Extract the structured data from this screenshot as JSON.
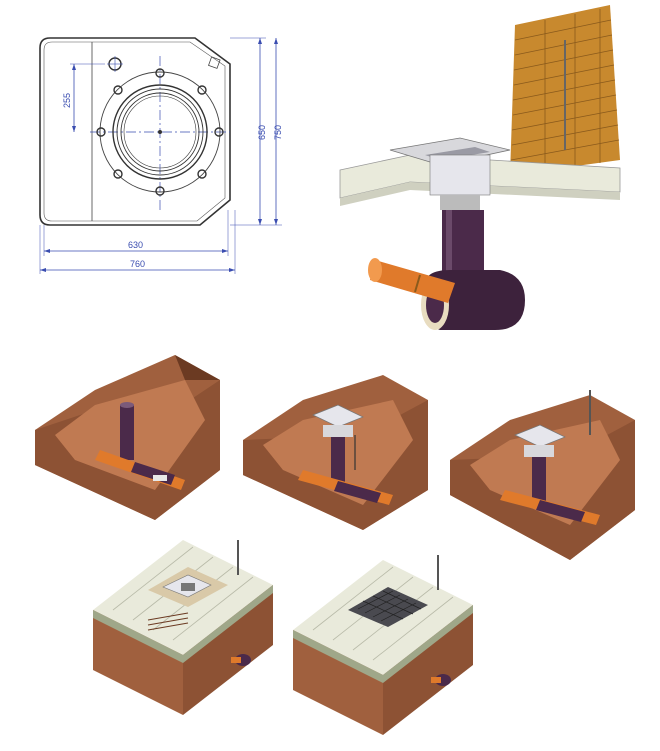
{
  "drawing": {
    "dim_255": "255",
    "dim_650": "650",
    "dim_750": "750",
    "dim_630": "630",
    "dim_760": "760"
  },
  "colors": {
    "dimension": "#3a4db0",
    "line": "#333333",
    "soil": "#a0603e",
    "soil_dark": "#6b3a22",
    "pipe_purple": "#4b2a4a",
    "pipe_orange": "#e07a2b",
    "brick": "#c8892e",
    "slab": "#e9eadb",
    "insulation": "#9fa789",
    "steel": "#d8d8dc"
  },
  "icons": [
    "drainage-unit-plan-drawing",
    "wall-section-3d",
    "installation-step-1",
    "installation-step-2",
    "installation-step-3",
    "installation-step-4",
    "installation-step-5"
  ]
}
